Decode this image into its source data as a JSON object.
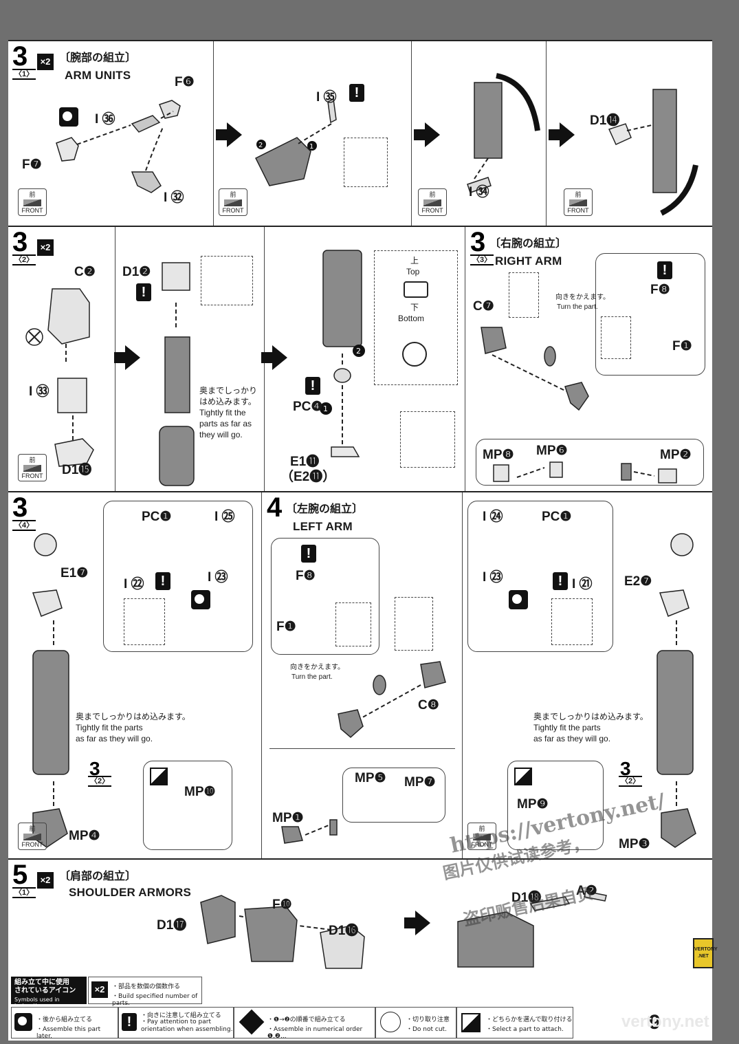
{
  "step3_1": {
    "step": "3",
    "sub": "〈1〉",
    "mult": "×2",
    "title_jp": "〔腕部の組立〕",
    "title_en": "ARM UNITS",
    "labels": [
      "F❻",
      "I ㊱",
      "F❼",
      "I ㉜",
      "I ㉟",
      "I ㉞",
      "D1⓮"
    ],
    "front_jp": "前",
    "front_en": "FRONT"
  },
  "step3_2": {
    "step": "3",
    "sub": "〈2〉",
    "mult": "×2",
    "labels": [
      "C❷",
      "I ㉝",
      "D1⓯",
      "D1❷",
      "PC❹",
      "E1⓫",
      "（E2⓫）"
    ],
    "note_jp": "奥までしっかり\nはめ込みます。",
    "note_en": "Tightly fit the\nparts as far as\nthey will go.",
    "top_jp": "上",
    "top_en": "Top",
    "bottom_jp": "下",
    "bottom_en": "Bottom"
  },
  "step3_3": {
    "step": "3",
    "sub": "〈3〉",
    "title_jp": "〔右腕の組立〕",
    "title_en": "RIGHT ARM",
    "labels": [
      "C❼",
      "F❽",
      "F❶",
      "MP❽",
      "MP❻",
      "MP❷"
    ],
    "note_jp": "向きをかえます。",
    "note_en": "Turn the part."
  },
  "step3_4": {
    "step": "3",
    "sub": "〈4〉",
    "labels": [
      "PC❶",
      "I ㉕",
      "E1❼",
      "I ㉒",
      "I ㉓",
      "MP❿",
      "MP❹"
    ],
    "note_jp": "奥までしっかりはめ込みます。",
    "note_en": "Tightly fit the parts\nas far as they will go.",
    "ref_step": "3",
    "ref_sub": "〈2〉"
  },
  "step4": {
    "step": "4",
    "title_jp": "〔左腕の組立〕",
    "title_en": "LEFT ARM",
    "labels": [
      "F❽",
      "F❶",
      "C❽",
      "MP❺",
      "MP❼",
      "MP❶"
    ],
    "note_jp": "向きをかえます。",
    "note_en": "Turn the part."
  },
  "step4_right": {
    "labels": [
      "I ㉔",
      "PC❶",
      "I ㉓",
      "I ㉑",
      "E2❼",
      "MP❾",
      "MP❸"
    ],
    "note_jp": "奥までしっかりはめ込みます。",
    "note_en": "Tightly fit the parts\nas far as they will go."
  },
  "step5_1": {
    "step": "5",
    "sub": "〈1〉",
    "mult": "×2",
    "title_jp": "〔肩部の組立〕",
    "title_en": "SHOULDER ARMORS",
    "labels": [
      "D1⓱",
      "F❿",
      "D1⓰",
      "D1⓲",
      "A❷"
    ]
  },
  "legend": {
    "head_jp": "組み立て中に使用\nされているアイコン",
    "head_en": "Symbols used in instructions",
    "x2_jp": "・部品を数個の個数作る",
    "x2_en": "・Build specified number of parts.",
    "later_jp": "・後から組み立てる",
    "later_en": "・Assemble this part later.",
    "orient_jp": "・向きに注意して組み立てる",
    "orient_en": "・Pay attention to part orientation when assembling.",
    "order_jp": "・❶→❷の順番で組み立てる",
    "order_en": "・Assemble in numerical order ❶,❷...",
    "cut_jp": "・切り取り注意",
    "cut_en": "・Do not cut.",
    "select_jp": "・どちらかを選んで取り付ける",
    "select_en": "・Select a part to attach."
  },
  "page_number": "9",
  "watermark": {
    "url": "https://vertony.net/",
    "cn": "图片仅供试读参考，",
    "cn2": "盗印贩售后果自负",
    "badge_top": "VERTONY",
    "badge_bottom": ".NET",
    "site": "vertony.net"
  },
  "colors": {
    "background": "#6f6f6f",
    "sheet": "#ffffff",
    "part_fill": "#8a8a8a",
    "part_light": "#d8d8d8",
    "badge": "#e8c62a"
  }
}
